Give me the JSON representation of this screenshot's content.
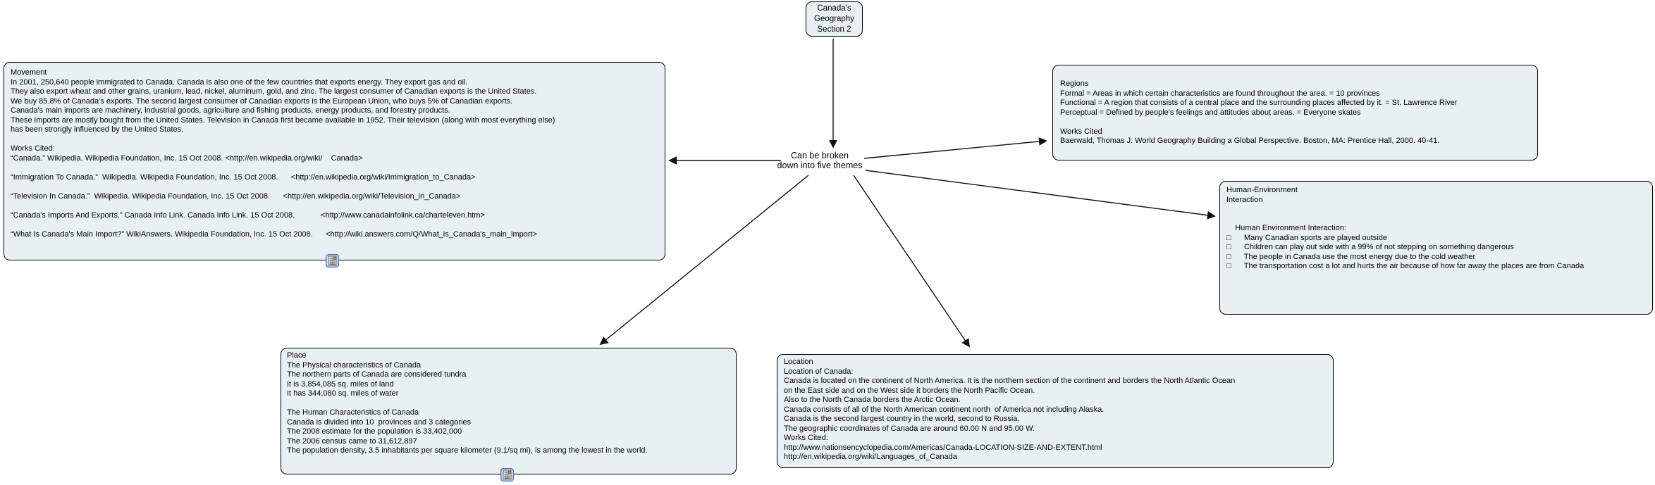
{
  "colors": {
    "background": "#ffffff",
    "node_fill": "#e9f0f3",
    "node_border": "#000000",
    "connector": "#111111",
    "note_icon_frame": "#4a72b8"
  },
  "icons": {
    "note": "note-icon",
    "bullet": "□"
  },
  "nodes": {
    "title": {
      "lines": [
        "Canada's",
        "Geography",
        "Section 2"
      ]
    },
    "center": {
      "lines": [
        "Can be broken",
        "down into five themes"
      ]
    },
    "movement": {
      "lines": [
        "Movement",
        "In 2001, 250,640 people immigrated to Canada. Canada is also one of the few countries that exports energy. They export gas and oil.",
        "They also export wheat and other grains, uranium, lead, nickel, aluminum, gold, and zinc. The largest consumer of Canadian exports is the United States.",
        "We buy 85.8% of Canada's exports. The second largest consumer of Canadian exports is the European Union, who buys 5% of Canadian exports.",
        "Canada's main imports are machinery, industrial goods, agriculture and fishing products, energy products, and forestry products.",
        "These imports are mostly bought from the United States. Television in Canada first became available in 1952. Their television (along with most everything else)",
        "has been strongly influenced by the United States.",
        "",
        "Works Cited:",
        "“Canada.” Wikipedia. Wikipedia Foundation, Inc. 15 Oct 2008. <http://en.wikipedia.org/wiki/    Canada>",
        "",
        "“Immigration To Canada.”  Wikipedia. Wikipedia Foundation, Inc. 15 Oct 2008.      <http://en.wikipedia.org/wiki/Immigration_to_Canada>",
        "",
        "“Television In Canada.”  Wikipedia. Wikipedia Foundation, Inc. 15 Oct 2008.      <http://en.wikipedia.org/wiki/Television_in_Canada>",
        "",
        "“Canada's Imports And Exports.” Canada Info Link. Canada Info Link. 15 Oct 2008.            <http://www.canadainfolink.ca/charteleven.htm>",
        "",
        "“What Is Canada's Main Import?” WikiAnswers. Wikipedia Foundation, Inc. 15 Oct 2008.      <http://wiki.answers.com/Q/What_is_Canada's_main_import>"
      ]
    },
    "regions": {
      "lines": [
        "Regions",
        "Formal = Areas in which certain characteristics are found throughout the area. = 10 provinces",
        "Functional = A region that consists of a central place and the surrounding places affected by it. = St. Lawrence River",
        "Perceptual = Defined by people's feelings and attitudes about areas. = Everyone skates",
        "",
        "Works Cited",
        "Baerwald, Thomas J. World Geography Building a Global Perspective. Boston, MA: Prentice Hall, 2000. 40-41."
      ]
    },
    "human_environment": {
      "lines": [
        "Human-Environment",
        "Interaction",
        "",
        "",
        "    Human Environment Interaction:",
        "□      Many Canadian sports are played outside",
        "□      Children can play out side with a 99% of not stepping on something dangerous",
        "□      The people in Canada use the most energy due to the cold weather",
        "□      The transportation cost a lot and hurts the air because of how far away the places are from Canada"
      ]
    },
    "place": {
      "lines": [
        "Place",
        "The Physical characteristics of Canada",
        "The northern parts of Canada are considered tundra",
        "It is 3,854,085 sq. miles of land",
        "It has 344,080 sq. miles of water",
        "",
        "The Human Characteristics of Canada",
        "Canada is divided into 10  provinces and 3 categories",
        "The 2008 estimate for the population is 33,402,000",
        "The 2006 census came to 31,612,897",
        "The population density, 3.5 inhabitants per square kilometer (9.1/sq mi), is among the lowest in the world."
      ]
    },
    "location": {
      "lines": [
        "Location",
        "Location of Canada:",
        "Canada is located on the continent of North America. It is the northern section of the continent and borders the North Atlantic Ocean",
        "on the East side and on the West side it borders the North Pacific Ocean.",
        "Also to the North Canada borders the Arctic Ocean.",
        "Canada consists of all of the North American continent north  of America not including Alaska.",
        "Canada is the second largest country in the world, second to Russia.",
        "The geographic coordinates of Canada are around 60.00 N and 95.00 W.",
        "Works Cited:",
        "http://www.nationsencyclopedia.com/Americas/Canada-LOCATION-SIZE-AND-EXTENT.html",
        "http://en.wikipedia.org/wiki/Languages_of_Canada"
      ]
    }
  }
}
